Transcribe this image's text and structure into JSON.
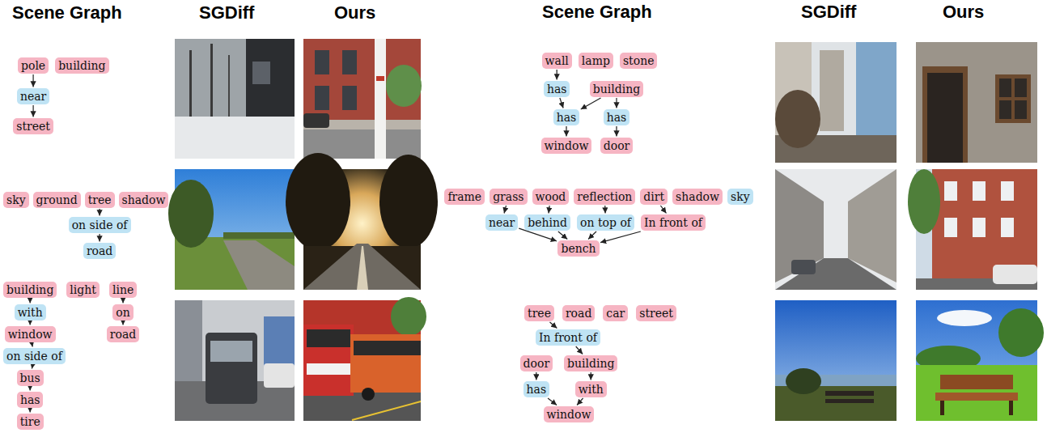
{
  "diagram": {
    "nodes": [
      {
        "text": [
          "pole"
        ]
      },
      {
        "text": [
          "building"
        ]
      },
      {
        "text": [
          "near"
        ]
      },
      {
        "text": [
          "street"
        ]
      },
      {
        "text": [
          "sky"
        ]
      },
      {
        "text": [
          "ground"
        ]
      },
      {
        "text": [
          "tree"
        ]
      },
      {
        "text": [
          "shadow"
        ]
      },
      {
        "text": [
          "on side of"
        ]
      },
      {
        "text": [
          "road"
        ]
      },
      {
        "text": [
          "building"
        ]
      },
      {
        "text": [
          "light"
        ]
      },
      {
        "text": [
          "line"
        ]
      },
      {
        "text": [
          "with"
        ]
      },
      {
        "text": [
          "on"
        ]
      },
      {
        "text": [
          "window"
        ]
      },
      {
        "text": [
          "road"
        ]
      },
      {
        "text": [
          "on side of"
        ]
      },
      {
        "text": [
          "bus"
        ]
      },
      {
        "text": [
          "has"
        ]
      },
      {
        "text": [
          "tire"
        ]
      },
      {
        "text": [
          "wall"
        ]
      },
      {
        "text": [
          "lamp"
        ]
      },
      {
        "text": [
          "stone"
        ]
      },
      {
        "text": [
          "has"
        ]
      },
      {
        "text": [
          "building"
        ]
      },
      {
        "text": [
          "has"
        ]
      },
      {
        "text": [
          "has"
        ]
      },
      {
        "text": [
          "window"
        ]
      },
      {
        "text": [
          "door"
        ]
      },
      {
        "text": [
          "frame"
        ]
      },
      {
        "text": [
          "grass"
        ]
      },
      {
        "text": [
          "wood"
        ]
      },
      {
        "text": [
          "reflection"
        ]
      },
      {
        "text": [
          "dirt"
        ]
      },
      {
        "text": [
          "shadow"
        ]
      },
      {
        "text": [
          "sky"
        ]
      },
      {
        "text": [
          "near"
        ]
      },
      {
        "text": [
          "behind"
        ]
      },
      {
        "text": [
          "on top of"
        ]
      },
      {
        "text": [
          "In front of"
        ]
      },
      {
        "text": [
          "bench"
        ]
      },
      {
        "text": [
          "tree"
        ]
      },
      {
        "text": [
          "road"
        ]
      },
      {
        "text": [
          "car"
        ]
      },
      {
        "text": [
          "street"
        ]
      },
      {
        "text": [
          "In front of"
        ]
      },
      {
        "text": [
          "door"
        ]
      },
      {
        "text": [
          "building"
        ]
      },
      {
        "text": [
          "has"
        ]
      },
      {
        "text": [
          "with"
        ]
      },
      {
        "text": [
          "window"
        ]
      }
    ],
    "edges": [
      {
        "from": 0,
        "to": 2,
        "arrow": "to"
      },
      {
        "from": 2,
        "to": 3,
        "arrow": "to"
      },
      {
        "from": 6,
        "to": 8,
        "arrow": "to"
      },
      {
        "from": 8,
        "to": 9,
        "arrow": "to"
      },
      {
        "from": 10,
        "to": 13,
        "arrow": "to"
      },
      {
        "from": 13,
        "to": 15,
        "arrow": "to"
      },
      {
        "from": 15,
        "to": 17,
        "arrow": "to"
      },
      {
        "from": 17,
        "to": 18,
        "arrow": "to"
      },
      {
        "from": 18,
        "to": 19,
        "arrow": "to"
      },
      {
        "from": 19,
        "to": 20,
        "arrow": "to"
      },
      {
        "from": 12,
        "to": 14,
        "arrow": "to"
      },
      {
        "from": 14,
        "to": 16,
        "arrow": "to"
      },
      {
        "from": 21,
        "to": 24,
        "arrow": "to"
      },
      {
        "from": 24,
        "to": 26,
        "arrow": "to"
      },
      {
        "from": 25,
        "to": 26,
        "arrow": "to"
      },
      {
        "from": 25,
        "to": 27,
        "arrow": "to"
      },
      {
        "from": 26,
        "to": 28,
        "arrow": "to"
      },
      {
        "from": 27,
        "to": 29,
        "arrow": "to"
      },
      {
        "from": 31,
        "to": 37,
        "arrow": "to"
      },
      {
        "from": 32,
        "to": 38,
        "arrow": "to"
      },
      {
        "from": 33,
        "to": 39,
        "arrow": "to"
      },
      {
        "from": 34,
        "to": 40,
        "arrow": "to"
      },
      {
        "from": 37,
        "to": 41,
        "arrow": "to"
      },
      {
        "from": 38,
        "to": 41,
        "arrow": "to"
      },
      {
        "from": 39,
        "to": 41,
        "arrow": "to"
      },
      {
        "from": 40,
        "to": 41,
        "arrow": "to"
      },
      {
        "from": 42,
        "to": 46,
        "arrow": "to"
      },
      {
        "from": 46,
        "to": 48,
        "arrow": "to"
      },
      {
        "from": 47,
        "to": 49,
        "arrow": "to"
      },
      {
        "from": 48,
        "to": 50,
        "arrow": "to"
      },
      {
        "from": 49,
        "to": 51,
        "arrow": "to"
      },
      {
        "from": 50,
        "to": 51,
        "arrow": "to"
      }
    ],
    "labels": [
      "Scene Graph",
      "SGDiff",
      "Ours",
      "Scene Graph",
      "SGDiff",
      "Ours"
    ]
  }
}
